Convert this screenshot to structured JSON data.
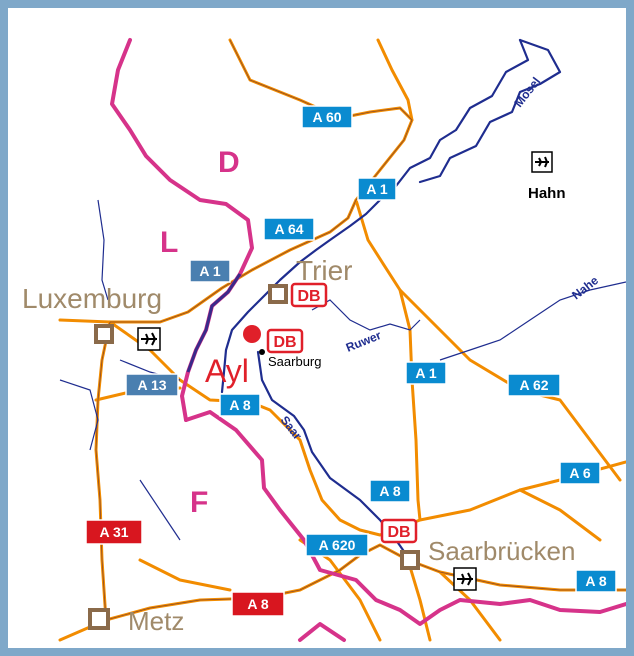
{
  "countries": {
    "germany": "D",
    "luxembourg": "L",
    "france": "F"
  },
  "cities": {
    "trier": "Trier",
    "luxemburg": "Luxemburg",
    "saarbruecken": "Saarbrücken",
    "metz": "Metz",
    "saarburg": "Saarburg",
    "ayl": "Ayl",
    "hahn": "Hahn"
  },
  "rivers": {
    "mosel": "Mosel",
    "nahe": "Nahe",
    "ruwer": "Ruwer",
    "saar": "Saar"
  },
  "motorways": {
    "a60": "A 60",
    "a1_north": "A 1",
    "a64": "A 64",
    "a1_lux": "A 1",
    "a13": "A 13",
    "a8_saarburg": "A 8",
    "a1_south": "A 1",
    "a62": "A 62",
    "a6": "A 6",
    "a8_saar": "A 8",
    "a620": "A 620",
    "a8_east": "A 8",
    "a31": "A 31",
    "a8_france": "A 8"
  },
  "rail_badges": {
    "trier": "DB",
    "saarburg": "DB",
    "saarbruecken": "DB"
  },
  "colors": {
    "border": "#d6338a",
    "road": "#f28c00",
    "river": "#1f2d8f",
    "city_label": "#a08a6a",
    "highlight": "#e0202a",
    "shield_de": "#0a8bd0",
    "shield_lu": "#4a7fb0",
    "shield_fr": "#d8161f"
  }
}
